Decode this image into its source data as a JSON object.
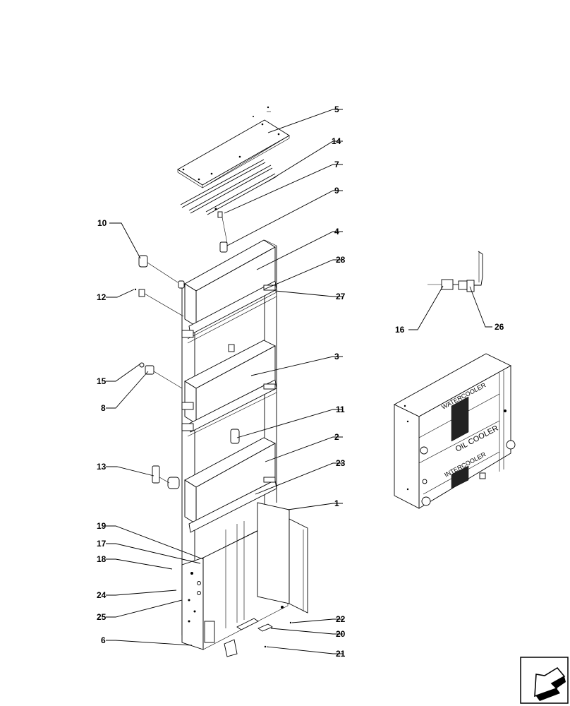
{
  "diagram": {
    "part_callouts": [
      "1",
      "2",
      "3",
      "4",
      "5",
      "6",
      "7",
      "8",
      "9",
      "10",
      "11",
      "12",
      "13",
      "14",
      "15",
      "16",
      "17",
      "18",
      "19",
      "20",
      "21",
      "22",
      "23",
      "24",
      "25",
      "26",
      "27",
      "28"
    ],
    "assembly_labels": {
      "water_cooler": "WATERCOOLER",
      "oil_cooler": "OIL COOLER",
      "intercooler": "INTERCOOLER"
    },
    "nav_icon": "arrow-return-icon"
  }
}
